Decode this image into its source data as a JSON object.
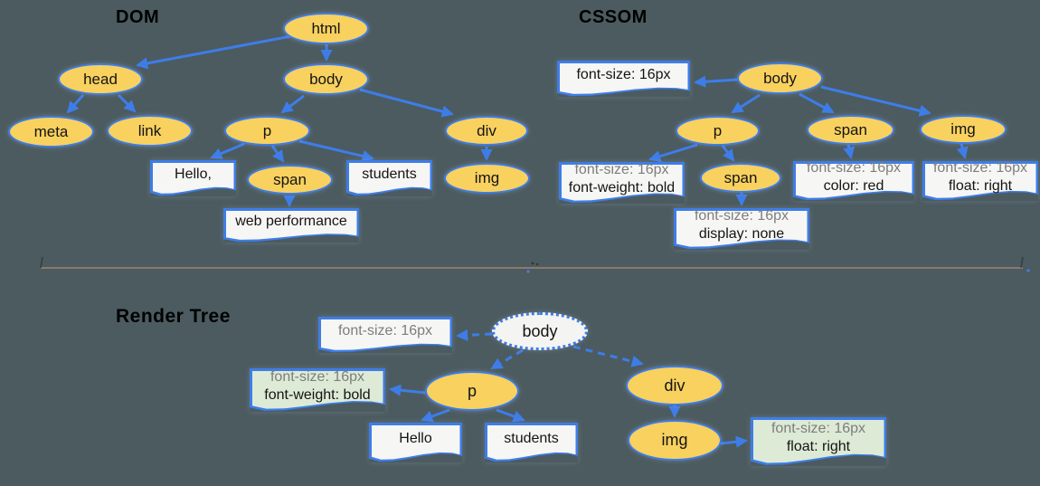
{
  "colors": {
    "background": "#4B5B60",
    "node_fill_yellow": "#F8D15F",
    "node_fill_white": "#F4F4F2",
    "accent_blue": "#3E7DE8",
    "box_fill_white": "#F6F6F4",
    "box_fill_green": "#DDEAD6",
    "inherited_text_gray": "#7D7D7D",
    "divider_line": "#8A7A6E"
  },
  "dom": {
    "label": "DOM",
    "nodes": {
      "html": "html",
      "head": "head",
      "body": "body",
      "meta": "meta",
      "link": "link",
      "p": "p",
      "div": "div",
      "span": "span",
      "img": "img"
    },
    "text_nodes": {
      "hello": "Hello,",
      "students": "students",
      "webperf": "web performance"
    }
  },
  "cssom": {
    "label": "CSSOM",
    "nodes": {
      "body": "body",
      "p": "p",
      "span": "span",
      "img": "img",
      "span_child": "span"
    },
    "rules": {
      "body": {
        "line1": "font-size: 16px"
      },
      "p": {
        "line1": "font-size: 16px",
        "line2": "font-weight: bold"
      },
      "span": {
        "line1": "font-size: 16px",
        "line2": "color: red"
      },
      "img": {
        "line1": "font-size: 16px",
        "line2": "float: right"
      },
      "span_child": {
        "line1": "font-size: 16px",
        "line2": "display: none"
      }
    }
  },
  "render": {
    "label": "Render Tree",
    "nodes": {
      "body": "body",
      "p": "p",
      "div": "div",
      "img": "img"
    },
    "text_nodes": {
      "hello": "Hello",
      "students": "students"
    },
    "rules": {
      "body": {
        "line1": "font-size: 16px"
      },
      "p": {
        "line1": "font-size: 16px",
        "line2": "font-weight: bold"
      },
      "img": {
        "line1": "font-size: 16px",
        "line2": "float: right"
      }
    }
  }
}
